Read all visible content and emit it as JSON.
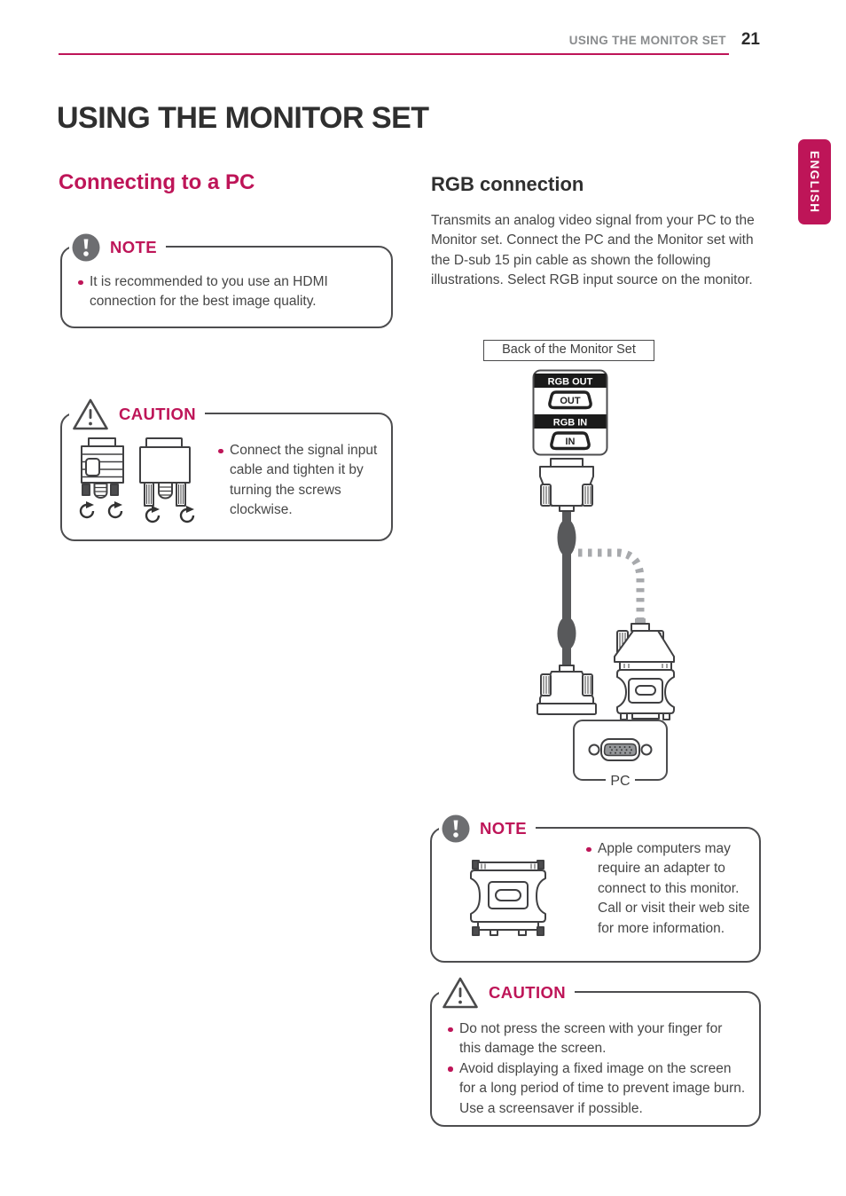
{
  "header": {
    "section_title": "USING THE MONITOR SET",
    "page_number": "21"
  },
  "language_tab": {
    "label": "ENGLISH"
  },
  "title": "USING THE MONITOR SET",
  "left_column": {
    "heading": "Connecting to a PC",
    "note_box": {
      "label": "NOTE",
      "icon": "note-exclamation-icon",
      "bullets": [
        "It is recommended to you use an HDMI connection for the best image quality."
      ]
    },
    "caution_box": {
      "label": "CAUTION",
      "icon": "caution-triangle-icon",
      "illustration": "dsub-connectors-screw-clockwise-icon",
      "bullets": [
        "Connect the signal input cable and tighten it by turning the screws clockwise."
      ]
    }
  },
  "right_column": {
    "heading": "RGB connection",
    "paragraph": "Transmits an analog video signal from your PC to the Monitor set. Connect the PC and the Monitor set with the D-sub 15 pin cable as shown the following illustrations. Select RGB input source on the monitor.",
    "diagram": {
      "caption": "Back of the Monitor Set",
      "ports": {
        "rgb_out": "RGB OUT",
        "out": "OUT",
        "rgb_in": "RGB IN",
        "in": "IN"
      },
      "pc_label": "PC",
      "illustration": "dsub-15pin-cable-to-pc-icon"
    },
    "note_box": {
      "label": "NOTE",
      "icon": "note-exclamation-icon",
      "illustration": "mac-vga-adapter-icon",
      "bullets": [
        "Apple computers may require an adapter to connect to this monitor. Call or visit their web site for more information."
      ]
    },
    "caution_box": {
      "label": "CAUTION",
      "icon": "caution-triangle-icon",
      "bullets": [
        "Do not press the screen with your finger for this damage the screen.",
        "Avoid displaying a fixed image on the screen for a long period of time to prevent image burn. Use a screensaver if possible."
      ]
    }
  },
  "colors": {
    "accent": "#BE1558",
    "heading_text": "#2F2F2F",
    "body_text": "#464646",
    "box_border": "#4D4D4F",
    "header_gray": "#8A8C8E",
    "cable_dark": "#58595B",
    "cable_dashed": "#A7A9AC"
  }
}
